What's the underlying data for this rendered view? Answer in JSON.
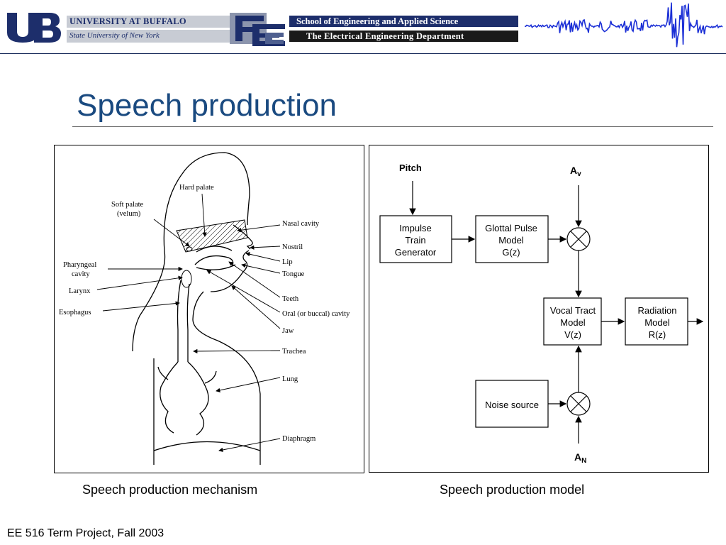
{
  "header": {
    "university_name": "UNIVERSITY AT BUFFALO",
    "university_sub": "State University of New York",
    "school": "School of Engineering and Applied Science",
    "department": "The Electrical Engineering Department",
    "colors": {
      "navy": "#1d2e6b",
      "waveform": "#1b2fd6",
      "title": "#1a4a80"
    }
  },
  "slide": {
    "title": "Speech production"
  },
  "anatomy": {
    "labels": {
      "hard_palate": "Hard palate",
      "soft_palate_1": "Soft palate",
      "soft_palate_2": "(velum)",
      "nasal_cavity": "Nasal cavity",
      "nostril": "Nostril",
      "lip": "Lip",
      "tongue": "Tongue",
      "pharyngeal_1": "Pharyngeal",
      "pharyngeal_2": "cavity",
      "larynx": "Larynx",
      "esophagus": "Esophagus",
      "teeth": "Teeth",
      "oral_cavity": "Oral (or buccal) cavity",
      "jaw": "Jaw",
      "trachea": "Trachea",
      "lung": "Lung",
      "diaphragm": "Diaphragm"
    },
    "caption": "Speech production mechanism"
  },
  "model": {
    "pitch": "Pitch",
    "av_main": "A",
    "av_sub": "v",
    "an_main": "A",
    "an_sub": "N",
    "impulse": [
      "Impulse",
      "Train",
      "Generator"
    ],
    "glottal": [
      "Glottal Pulse",
      "Model",
      "G(z)"
    ],
    "vocal": [
      "Vocal Tract",
      "Model",
      "V(z)"
    ],
    "radiation": [
      "Radiation",
      "Model",
      "R(z)"
    ],
    "noise": "Noise source",
    "caption": "Speech production model"
  },
  "footer": {
    "text": "EE 516 Term Project, Fall 2003"
  }
}
